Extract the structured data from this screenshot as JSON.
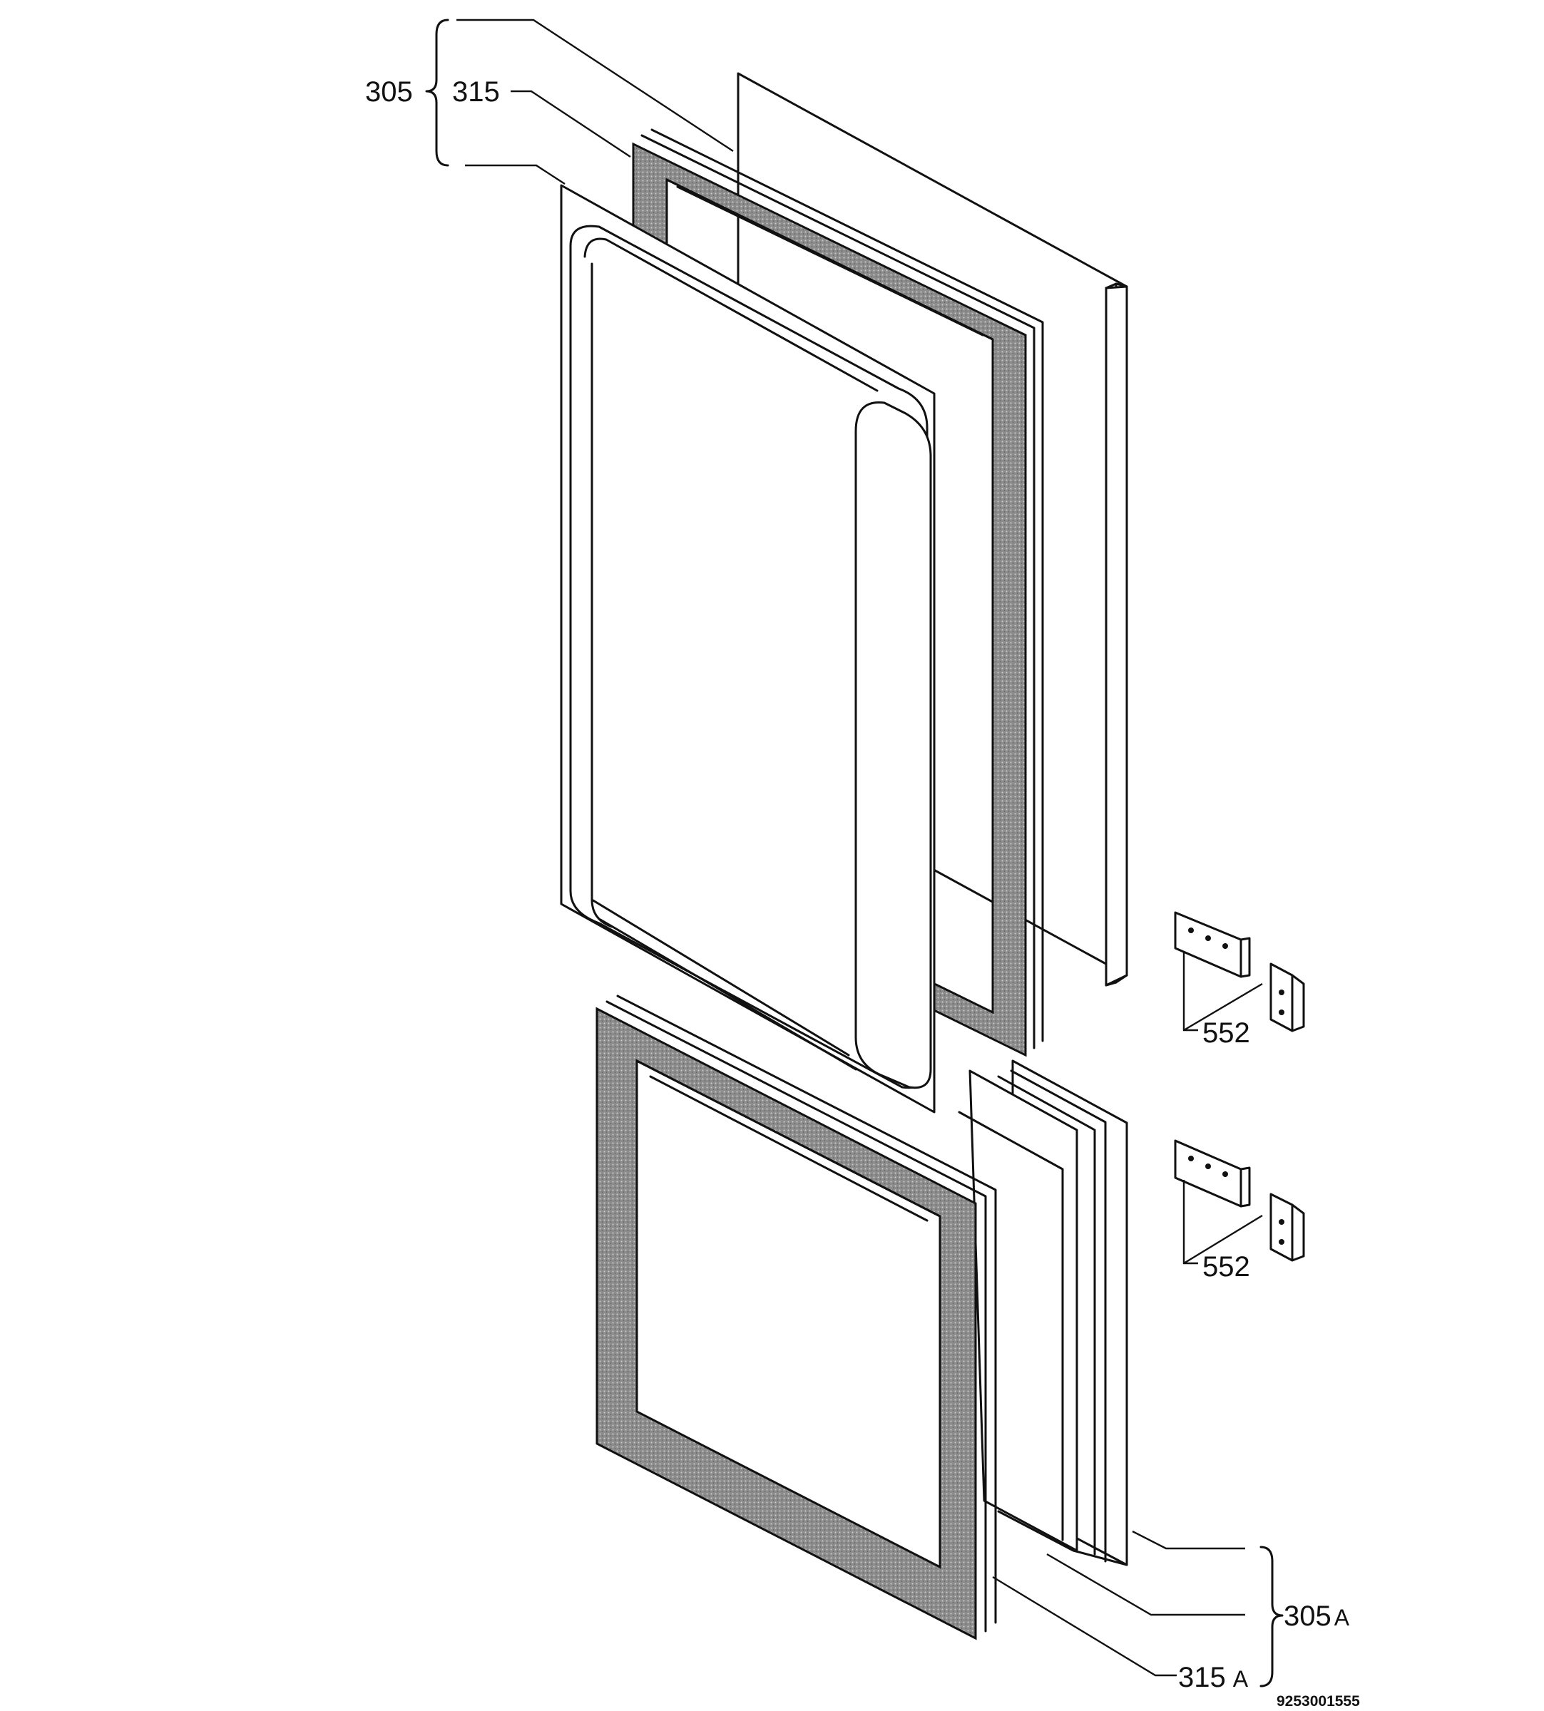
{
  "callouts": {
    "upper_door_assembly": "305",
    "upper_gasket": "315",
    "lower_door_assembly": "305",
    "lower_door_assembly_suffix": "A",
    "lower_gasket": "315",
    "lower_gasket_suffix": "A",
    "hinge_upper": "552",
    "hinge_lower": "552"
  },
  "document_number": "9253001555"
}
